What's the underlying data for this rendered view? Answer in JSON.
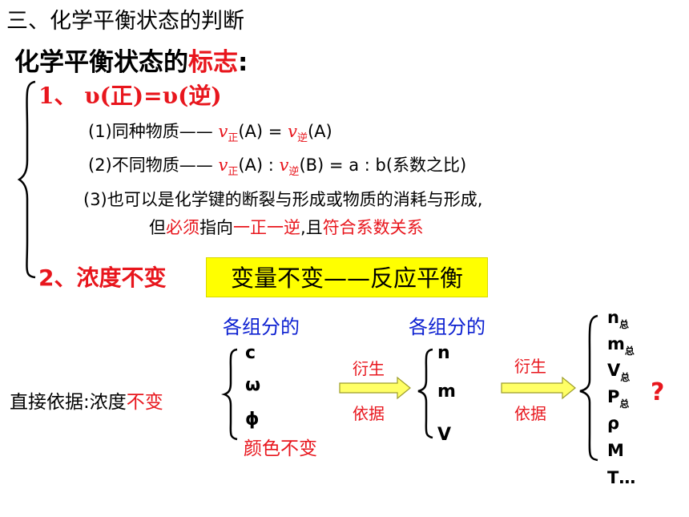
{
  "section_title": "三、化学平衡状态的判断",
  "main_title": {
    "prefix": "化学平衡状态的",
    "highlight": "标志",
    "suffix": ":"
  },
  "item1": {
    "num": "1、",
    "v1": "υ",
    "paren1": "(正)",
    "eq": "=",
    "v2": "υ",
    "paren2": "(逆)"
  },
  "sub1": {
    "label": "(1)同种物质——",
    "v": "v",
    "s1": "正",
    "a": "(A)",
    "eq": "=",
    "v2": "v",
    "s2": "逆",
    "b": "(A)"
  },
  "sub2": {
    "label": "(2)不同物质——",
    "v": "v",
    "s1": "正",
    "a": "(A)",
    "colon": ":",
    "v2": "v",
    "s2": "逆",
    "b": "(B)",
    "eq": "=",
    "ratio": "a : b",
    "note": "(系数之比)"
  },
  "sub3": {
    "line1": "(3)也可以是化学键的断裂与形成或物质的消耗与形成,",
    "p1": "但",
    "r1": "必须",
    "p2": "指向",
    "r2": "一正一逆",
    "p3": ",且",
    "r3": "符合系数关系"
  },
  "item2": "2、浓度不变",
  "highlight_box": "变量不变——反应平衡",
  "group_header_1": "各组分的",
  "group_header_2": "各组分的",
  "basis": {
    "prefix": "直接依据:浓度",
    "highlight": "不变"
  },
  "group1": [
    "c",
    "ω",
    "ϕ"
  ],
  "group1_color": "颜色不变",
  "arrow1": {
    "top": "衍生",
    "bottom": "依据"
  },
  "group2": [
    "n",
    "m",
    "V"
  ],
  "arrow2": {
    "top": "衍生",
    "bottom": "依据"
  },
  "group3": {
    "n": "n",
    "n_sub": "总",
    "m": "m",
    "m_sub": "总",
    "V": "V",
    "V_sub": "总",
    "P": "P",
    "P_sub": "总",
    "rho": "ρ",
    "M": "M",
    "T": "T…"
  },
  "question": "?",
  "colors": {
    "red": "#e8161d",
    "blue": "#0b1fd1",
    "highlight": "#ffff00",
    "arrow_fill": "#ffff66",
    "arrow_stroke": "#9c9c2a"
  }
}
